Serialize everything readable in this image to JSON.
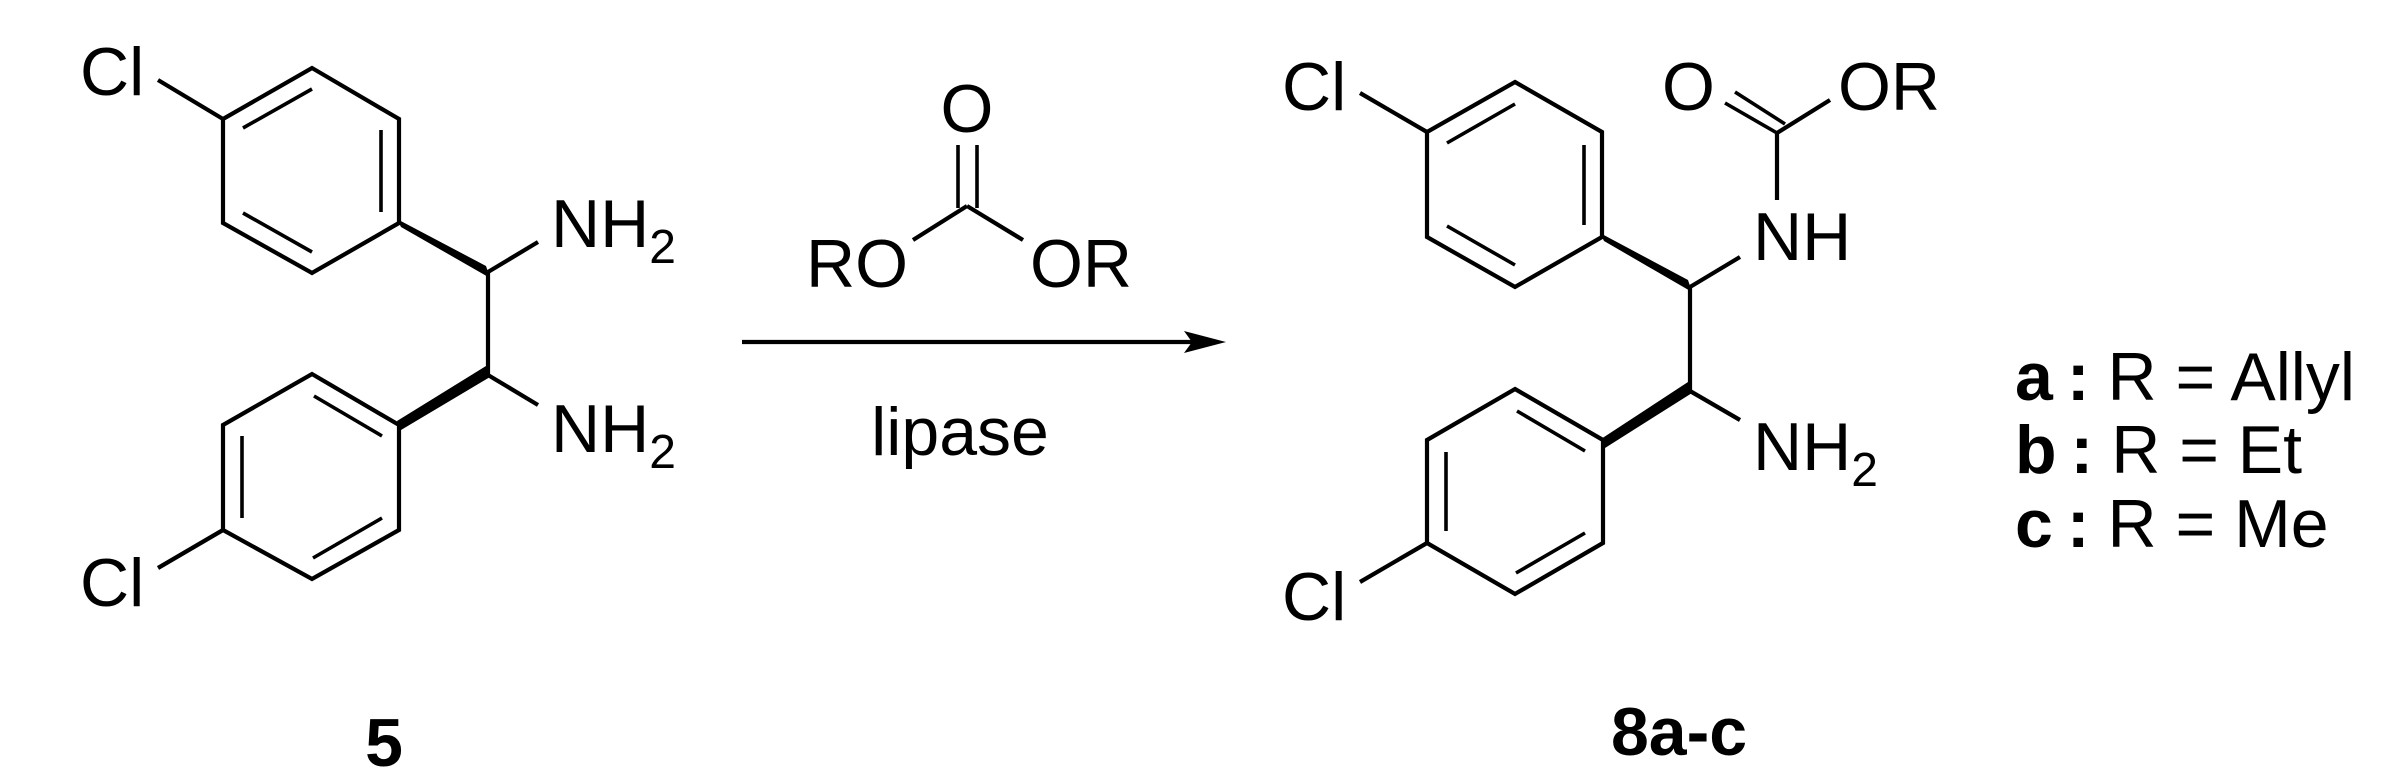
{
  "scheme": {
    "reactant": {
      "compound_label": "5",
      "substituents": {
        "top_halogen": "Cl",
        "bottom_halogen": "Cl",
        "amine_top": "NH",
        "amine_top_sub": "2",
        "amine_bottom": "NH",
        "amine_bottom_sub": "2"
      }
    },
    "reagent": {
      "carbonyl_oxygen": "O",
      "left_group": "RO",
      "right_group": "OR",
      "condition": "lipase"
    },
    "product": {
      "compound_label": "8a-c",
      "substituents": {
        "top_halogen": "Cl",
        "bottom_halogen": "Cl",
        "carbamate_oxygen": "O",
        "carbamate_alkoxy": "OR",
        "carbamate_nh": "NH",
        "amine": "NH",
        "amine_sub": "2"
      }
    },
    "legend": [
      {
        "key": "a",
        "sep": ":",
        "text": "R = Allyl"
      },
      {
        "key": "b",
        "sep": ":",
        "text": "R = Et"
      },
      {
        "key": "c",
        "sep": ":",
        "text": "R = Me"
      }
    ],
    "colors": {
      "ink": "#000000",
      "background": "#ffffff"
    }
  }
}
